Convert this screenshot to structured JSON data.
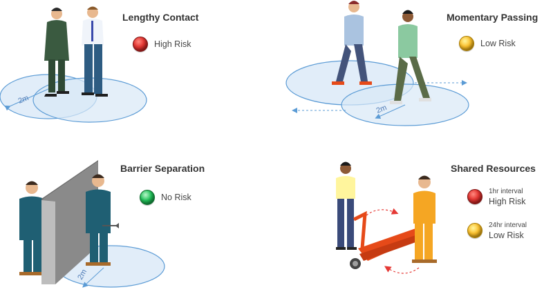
{
  "panels": {
    "lengthy_contact": {
      "title": "Lengthy Contact",
      "risk": "High Risk",
      "distance": "2m"
    },
    "momentary_passing": {
      "title": "Momentary Passing",
      "risk": "Low Risk",
      "distance": "2m"
    },
    "barrier_separation": {
      "title": "Barrier Separation",
      "risk": "No Risk",
      "distance": "2m"
    },
    "shared_resources": {
      "title": "Shared Resources",
      "risks": [
        {
          "interval": "1hr interval",
          "risk": "High Risk"
        },
        {
          "interval": "24hr interval",
          "risk": "Low Risk"
        }
      ]
    }
  },
  "colors": {
    "zone": "#d9e8f7",
    "zone_border": "#5b9bd5",
    "high": "#e53935",
    "low": "#fbc02d",
    "none": "#22c25a"
  }
}
